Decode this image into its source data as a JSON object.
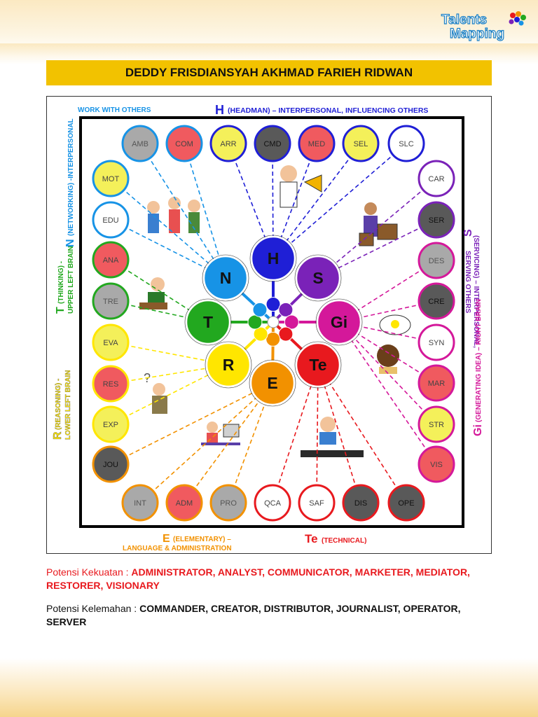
{
  "logo": {
    "line1": "Talents",
    "line2": "Mapping"
  },
  "title": "DEDDY FRISDIANSYAH AKHMAD FARIEH RIDWAN",
  "diagram": {
    "labels": {
      "work_with_others": "WORK WITH OTHERS",
      "h_letter": "H",
      "h_text": "(HEADMAN) – INTERPERSONAL, INFLUENCING OTHERS",
      "n_letter": "N",
      "n_text": "(NETWORKING) -INTERPERSONAL",
      "t_letter": "T",
      "t_text1": "(THINKING) -",
      "t_text2": "UPPER LEFT BRAIN",
      "r_letter": "R",
      "r_text1": "(REASONING) -",
      "r_text2": "LOWER LEFT BRAIN",
      "s_letter": "S",
      "s_text1": "(SERVICING) – INTERPERSONAL,",
      "s_text2": "SERVING OTHERS",
      "gi_letter": "Gi",
      "gi_text": "(GENERATING IDEA) – RIGHT BRAIN",
      "e_letter": "E",
      "e_text1": "(ELEMENTARY) –",
      "e_text2": "LANGUAGE & ADMINISTRATION",
      "te_letter": "Te",
      "te_text": "(TECHNICAL)"
    },
    "clusters": [
      {
        "label": "H",
        "color": "#1f1fd6"
      },
      {
        "label": "S",
        "color": "#7a22b8"
      },
      {
        "label": "Gi",
        "color": "#d4189a"
      },
      {
        "label": "Te",
        "color": "#e8191e"
      },
      {
        "label": "E",
        "color": "#f29100"
      },
      {
        "label": "R",
        "color": "#ffe600"
      },
      {
        "label": "T",
        "color": "#22a81f"
      },
      {
        "label": "N",
        "color": "#1793e6"
      }
    ],
    "traits": [
      {
        "code": "AMB",
        "fill": "#a9a9a9",
        "ring": "#1793e6"
      },
      {
        "code": "COM",
        "fill": "#f05a5f",
        "ring": "#1793e6"
      },
      {
        "code": "ARR",
        "fill": "#f4f05a",
        "ring": "#1f1fd6"
      },
      {
        "code": "CMD",
        "fill": "#595959",
        "ring": "#1f1fd6"
      },
      {
        "code": "MED",
        "fill": "#f05a5f",
        "ring": "#1f1fd6"
      },
      {
        "code": "SEL",
        "fill": "#f4f05a",
        "ring": "#1f1fd6"
      },
      {
        "code": "SLC",
        "fill": "#ffffff",
        "ring": "#1f1fd6"
      },
      {
        "code": "MOT",
        "fill": "#f4f05a",
        "ring": "#1793e6"
      },
      {
        "code": "EDU",
        "fill": "#ffffff",
        "ring": "#1793e6"
      },
      {
        "code": "ANA",
        "fill": "#f05a5f",
        "ring": "#22a81f"
      },
      {
        "code": "TRE",
        "fill": "#a9a9a9",
        "ring": "#22a81f"
      },
      {
        "code": "EVA",
        "fill": "#f4f05a",
        "ring": "#ffe600"
      },
      {
        "code": "RES",
        "fill": "#f05a5f",
        "ring": "#ffe600"
      },
      {
        "code": "EXP",
        "fill": "#f4f05a",
        "ring": "#ffe600"
      },
      {
        "code": "JOU",
        "fill": "#595959",
        "ring": "#f29100"
      },
      {
        "code": "CAR",
        "fill": "#ffffff",
        "ring": "#7a22b8"
      },
      {
        "code": "SER",
        "fill": "#595959",
        "ring": "#7a22b8"
      },
      {
        "code": "DES",
        "fill": "#a9a9a9",
        "ring": "#d4189a"
      },
      {
        "code": "CRE",
        "fill": "#595959",
        "ring": "#d4189a"
      },
      {
        "code": "SYN",
        "fill": "#ffffff",
        "ring": "#d4189a"
      },
      {
        "code": "MAR",
        "fill": "#f05a5f",
        "ring": "#d4189a"
      },
      {
        "code": "STR",
        "fill": "#f4f05a",
        "ring": "#d4189a"
      },
      {
        "code": "VIS",
        "fill": "#f05a5f",
        "ring": "#d4189a"
      },
      {
        "code": "INT",
        "fill": "#a9a9a9",
        "ring": "#f29100"
      },
      {
        "code": "ADM",
        "fill": "#f05a5f",
        "ring": "#f29100"
      },
      {
        "code": "PRO",
        "fill": "#a9a9a9",
        "ring": "#f29100"
      },
      {
        "code": "QCA",
        "fill": "#ffffff",
        "ring": "#e8191e"
      },
      {
        "code": "SAF",
        "fill": "#ffffff",
        "ring": "#e8191e"
      },
      {
        "code": "DIS",
        "fill": "#595959",
        "ring": "#e8191e"
      },
      {
        "code": "OPE",
        "fill": "#595959",
        "ring": "#e8191e"
      }
    ]
  },
  "potensi_kekuatan": {
    "label": "Potensi Kekuatan : ",
    "value": "ADMINISTRATOR, ANALYST, COMMUNICATOR, MARKETER, MEDIATOR, RESTORER, VISIONARY"
  },
  "potensi_kelemahan": {
    "label": "Potensi Kelemahan : ",
    "value": "COMMANDER, CREATOR, DISTRIBUTOR, JOURNALIST, OPERATOR, SERVER"
  }
}
